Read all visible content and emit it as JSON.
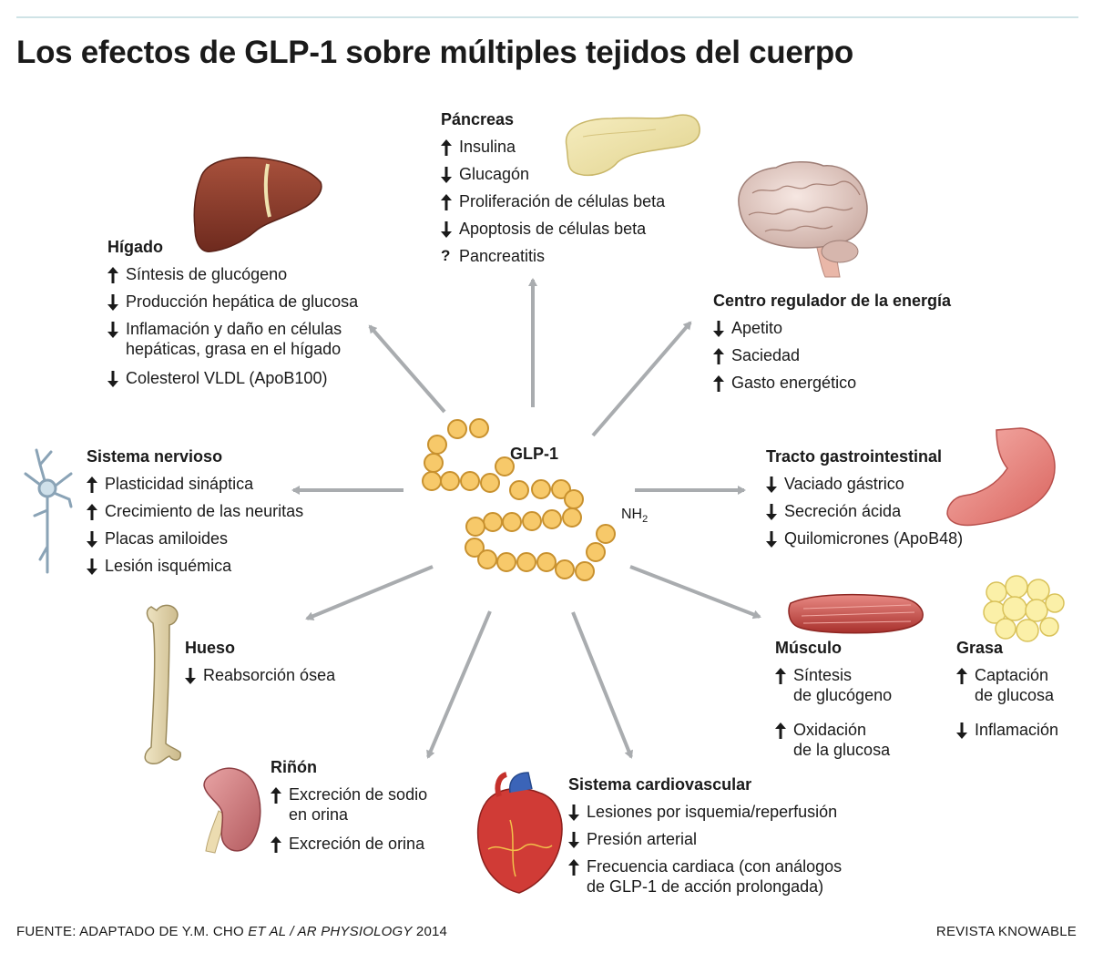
{
  "title": "Los efectos de GLP-1 sobre múltiples tejidos del cuerpo",
  "center": {
    "label": "GLP-1",
    "nh": "NH",
    "nh_sub": "2"
  },
  "colors": {
    "arrow": "#a9acaf",
    "bead_fill": "#f7c96a",
    "bead_stroke": "#c8912f"
  },
  "tissues": {
    "pancreas": {
      "heading": "Páncreas",
      "items": [
        {
          "dir": "up",
          "text": "Insulina"
        },
        {
          "dir": "down",
          "text": "Glucagón"
        },
        {
          "dir": "up",
          "text": "Proliferación de células beta"
        },
        {
          "dir": "down",
          "text": "Apoptosis de células beta"
        },
        {
          "dir": "?",
          "text": "Pancreatitis"
        }
      ]
    },
    "higado": {
      "heading": "Hígado",
      "items": [
        {
          "dir": "up",
          "text": "Síntesis de glucógeno"
        },
        {
          "dir": "down",
          "text": "Producción hepática de glucosa"
        },
        {
          "dir": "down",
          "text": "Inflamación y daño en células",
          "cont": "hepáticas, grasa en el hígado"
        },
        {
          "dir": "down",
          "text": "Colesterol VLDL (ApoB100)"
        }
      ]
    },
    "cerebro": {
      "heading": "Centro regulador de la energía",
      "items": [
        {
          "dir": "down",
          "text": "Apetito"
        },
        {
          "dir": "up",
          "text": "Saciedad"
        },
        {
          "dir": "up",
          "text": "Gasto energético"
        }
      ]
    },
    "nervioso": {
      "heading": "Sistema nervioso",
      "items": [
        {
          "dir": "up",
          "text": "Plasticidad sináptica"
        },
        {
          "dir": "up",
          "text": "Crecimiento de las neuritas"
        },
        {
          "dir": "down",
          "text": "Placas amiloides"
        },
        {
          "dir": "down",
          "text": "Lesión isquémica"
        }
      ]
    },
    "gastro": {
      "heading": "Tracto gastrointestinal",
      "items": [
        {
          "dir": "down",
          "text": "Vaciado gástrico"
        },
        {
          "dir": "down",
          "text": "Secreción ácida"
        },
        {
          "dir": "down",
          "text": "Quilomicrones (ApoB48)"
        }
      ]
    },
    "hueso": {
      "heading": "Hueso",
      "items": [
        {
          "dir": "down",
          "text": "Reabsorción ósea"
        }
      ]
    },
    "musculo": {
      "heading": "Músculo",
      "items": [
        {
          "dir": "up",
          "text": "Síntesis",
          "cont": "de glucógeno"
        },
        {
          "dir": "up",
          "text": "Oxidación",
          "cont": "de la glucosa",
          "gap": true
        }
      ]
    },
    "grasa": {
      "heading": "Grasa",
      "items": [
        {
          "dir": "up",
          "text": "Captación",
          "cont": "de glucosa"
        },
        {
          "dir": "down",
          "text": "Inflamación",
          "gap": true
        }
      ]
    },
    "rinon": {
      "heading": "Riñón",
      "items": [
        {
          "dir": "up",
          "text": "Excreción de sodio",
          "cont": "en orina"
        },
        {
          "dir": "up",
          "text": "Excreción de orina"
        }
      ]
    },
    "cardio": {
      "heading": "Sistema cardiovascular",
      "items": [
        {
          "dir": "down",
          "text": "Lesiones por isquemia/reperfusión"
        },
        {
          "dir": "down",
          "text": "Presión arterial"
        },
        {
          "dir": "up",
          "text": "Frecuencia cardiaca (con análogos",
          "cont": "de GLP-1 de acción prolongada)"
        }
      ]
    }
  },
  "footer": {
    "source_prefix": "FUENTE: ADAPTADO DE Y.M. CHO ",
    "source_italic": "ET AL / AR PHYSIOLOGY",
    "source_suffix": " 2014",
    "credit": "REVISTA KNOWABLE"
  }
}
